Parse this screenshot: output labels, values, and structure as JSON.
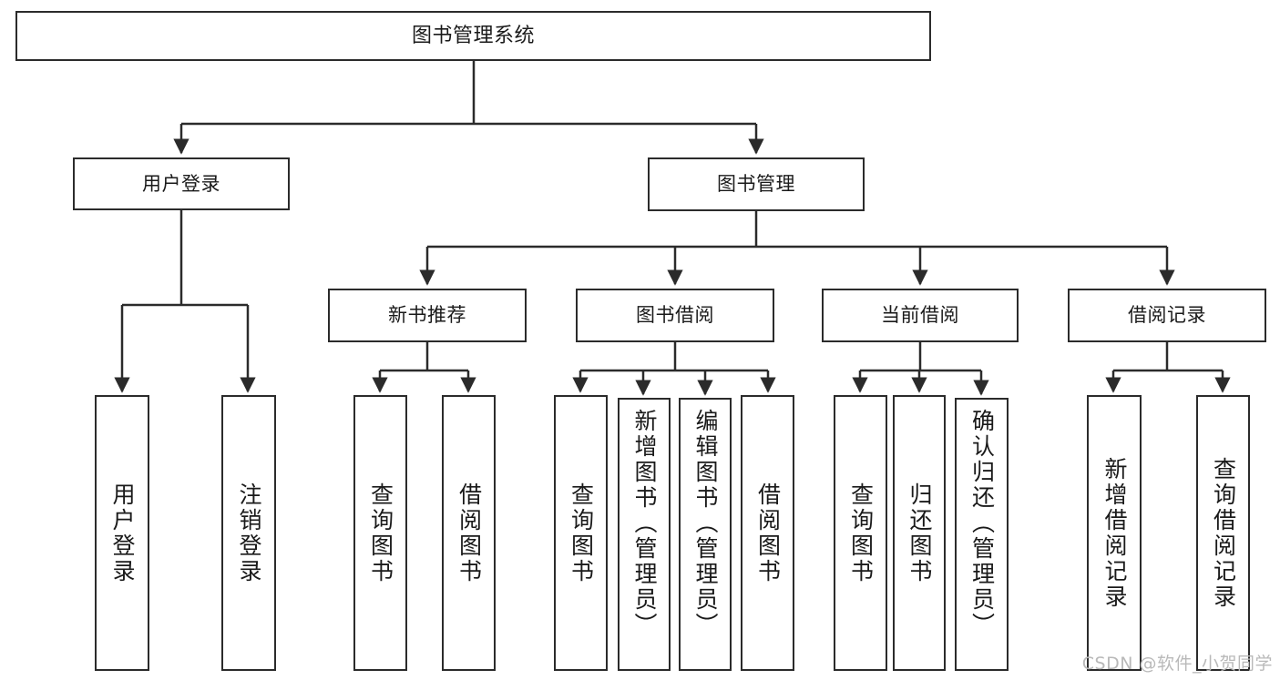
{
  "diagram": {
    "title": "图书管理系统",
    "type": "hierarchy-tree",
    "stroke_color": "#2b2b2b",
    "fill_color": "#ffffff",
    "levels": 4
  },
  "nodes": {
    "root": {
      "label": "图书管理系统"
    },
    "level2": [
      {
        "id": "user-login",
        "label": "用户登录"
      },
      {
        "id": "book-manage",
        "label": "图书管理"
      }
    ],
    "level3": [
      {
        "id": "new-book-recommend",
        "label": "新书推荐"
      },
      {
        "id": "book-borrow",
        "label": "图书借阅"
      },
      {
        "id": "current-borrow",
        "label": "当前借阅"
      },
      {
        "id": "borrow-record",
        "label": "借阅记录"
      }
    ],
    "leaves": {
      "user-login": [
        {
          "id": "login",
          "label": "用户登录"
        },
        {
          "id": "logout",
          "label": "注销登录"
        }
      ],
      "new-book-recommend": [
        {
          "id": "query-book-1",
          "label": "查询图书"
        },
        {
          "id": "borrow-book-1",
          "label": "借阅图书"
        }
      ],
      "book-borrow": [
        {
          "id": "query-book-2",
          "label": "查询图书"
        },
        {
          "id": "add-book",
          "label": "新增图书（管理员）"
        },
        {
          "id": "edit-book",
          "label": "编辑图书（管理员）"
        },
        {
          "id": "borrow-book-2",
          "label": "借阅图书"
        }
      ],
      "current-borrow": [
        {
          "id": "query-book-3",
          "label": "查询图书"
        },
        {
          "id": "return-book",
          "label": "归还图书"
        },
        {
          "id": "confirm-return",
          "label": "确认归还（管理员）"
        }
      ],
      "borrow-record": [
        {
          "id": "add-borrow-record",
          "label": "新增借阅记录"
        },
        {
          "id": "query-borrow-record",
          "label": "查询借阅记录"
        }
      ]
    }
  },
  "watermark": {
    "text": "CSDN @软件_小贺同学"
  }
}
